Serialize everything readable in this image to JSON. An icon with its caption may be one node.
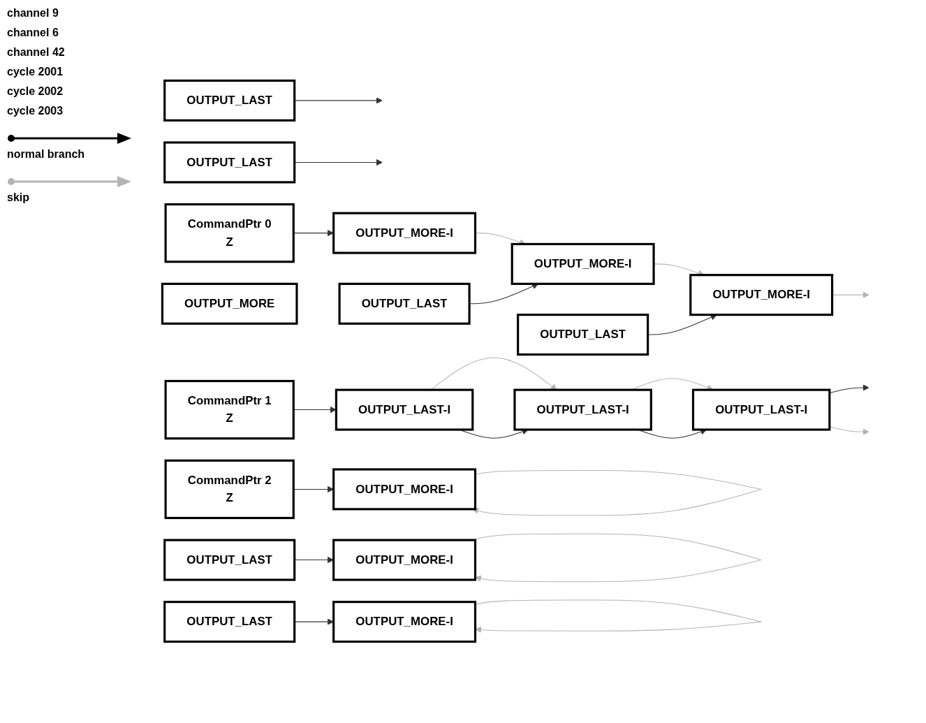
{
  "diagram": {
    "nodes": [
      {
        "text": [
          "CommandPtr 0",
          "Z"
        ]
      },
      {
        "text": [
          "CommandPtr 1",
          "Z"
        ]
      },
      {
        "text": [
          "CommandPtr 2",
          "Z"
        ]
      },
      {
        "text": [
          "OUTPUT_MORE-I"
        ]
      },
      {
        "text": [
          "OUTPUT_LAST"
        ]
      },
      {
        "text": [
          "OUTPUT_MORE-I"
        ]
      },
      {
        "text": [
          "OUTPUT_MORE"
        ]
      },
      {
        "text": [
          "OUTPUT_LAST"
        ]
      },
      {
        "text": [
          "OUTPUT_MORE-I"
        ]
      },
      {
        "text": [
          "OUTPUT_LAST"
        ]
      },
      {
        "text": [
          "OUTPUT_LAST-I"
        ]
      },
      {
        "text": [
          "OUTPUT_LAST-I"
        ]
      },
      {
        "text": [
          "OUTPUT_LAST-I"
        ]
      },
      {
        "text": [
          "OUTPUT_MORE-I"
        ]
      },
      {
        "text": [
          "OUTPUT_LAST"
        ]
      },
      {
        "text": [
          "OUTPUT_MORE-I"
        ]
      },
      {
        "text": [
          "OUTPUT_LAST"
        ]
      },
      {
        "text": [
          "OUTPUT_MORE-I"
        ]
      },
      {
        "text": [
          "OUTPUT_LAST"
        ]
      }
    ],
    "edges": [
      {
        "from": 0,
        "to": 3,
        "arrow": "to"
      },
      {
        "from": 1,
        "to": 10,
        "arrow": "to"
      },
      {
        "from": 2,
        "to": 13,
        "arrow": "to"
      },
      {
        "from": 3,
        "to": 5,
        "arrow": "to",
        "color": "#b4b4b4"
      },
      {
        "from": 4,
        "to": 5,
        "arrow": "to"
      },
      {
        "from": 5,
        "to": 8,
        "arrow": "to",
        "color": "#b4b4b4"
      },
      {
        "from": 7,
        "to": 8,
        "arrow": "to"
      },
      {
        "from": 8,
        "to": null,
        "arrow": "to",
        "color": "#b4b4b4"
      },
      {
        "from": 9,
        "to": null,
        "arrow": "to"
      },
      {
        "from": 10,
        "to": 11,
        "arrow": "to",
        "color": "#b4b4b4"
      },
      {
        "from": 10,
        "to": 11,
        "arrow": "to"
      },
      {
        "from": 11,
        "to": 12,
        "arrow": "to",
        "color": "#b4b4b4"
      },
      {
        "from": 11,
        "to": 12,
        "arrow": "to"
      },
      {
        "from": 12,
        "to": null,
        "arrow": "to"
      },
      {
        "from": 12,
        "to": null,
        "arrow": "to",
        "color": "#b4b4b4"
      },
      {
        "from": 13,
        "to": 13,
        "arrow": "to",
        "color": "#b4b4b4"
      },
      {
        "from": 14,
        "to": 15,
        "arrow": "to"
      },
      {
        "from": 15,
        "to": 15,
        "arrow": "to",
        "color": "#b4b4b4"
      },
      {
        "from": 16,
        "to": 17,
        "arrow": "to"
      },
      {
        "from": 17,
        "to": 17,
        "arrow": "to",
        "color": "#b4b4b4"
      },
      {
        "from": 18,
        "to": null,
        "arrow": "to"
      }
    ],
    "labels": [
      "channel 9",
      "channel 6",
      "channel 42",
      "cycle 2001",
      "cycle 2002",
      "cycle 2003"
    ],
    "legend": [
      {
        "text": "normal branch"
      },
      {
        "text": "skip"
      }
    ]
  }
}
